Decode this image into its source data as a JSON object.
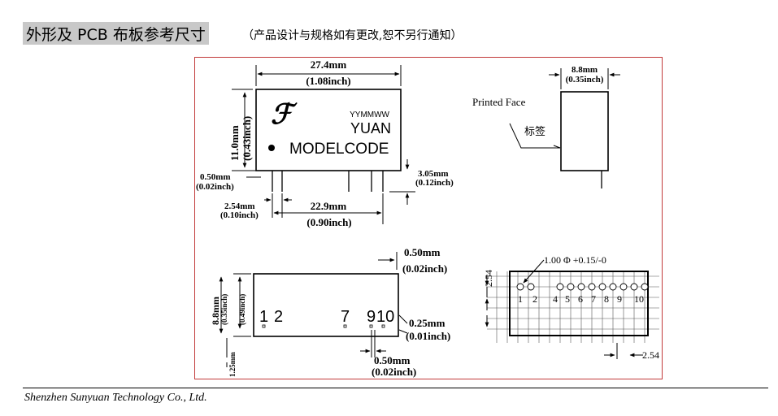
{
  "header": {
    "title": "外形及 PCB 布板参考尺寸",
    "subtitle": "（产品设计与规格如有更改,恕不另行通知）"
  },
  "front_view": {
    "width_mm": "27.4mm",
    "width_inch": "(1.08inch)",
    "height_mm": "11.0mm",
    "height_inch": "(0.43inch)",
    "date_code": "YYMMWW",
    "brand": "YUAN",
    "model": "MODELCODE",
    "pin_thick_mm": "0.50mm",
    "pin_thick_inch": "(0.02inch)",
    "pin_len_mm": "3.05mm",
    "pin_len_inch": "(0.12inch)",
    "pitch_mm": "2.54mm",
    "pitch_inch": "(0.10inch)",
    "span_mm": "22.9mm",
    "span_inch": "(0.90inch)"
  },
  "side_view": {
    "width_mm": "8.8mm",
    "width_inch": "(0.35inch)",
    "printed_face": "Printed Face",
    "label_cn": "标签"
  },
  "bottom_view": {
    "margin_mm": "0.50mm",
    "margin_inch": "(0.02inch)",
    "depth_mm": "8.8mm",
    "depth_inch": "(0.35inch)",
    "row_inch": "(0.49inch)",
    "pin_offset": "1.25mm",
    "pin_labels": [
      "1",
      "2",
      "7",
      "9",
      "10"
    ],
    "pin_size_mm": "0.25mm",
    "pin_size_inch": "(0.01inch)",
    "pin_gap_mm": "0.50mm",
    "pin_gap_inch": "(0.02inch)"
  },
  "pcb_layout": {
    "hole": "1.00 Φ +0.15/-0",
    "pitch_v": "2.54",
    "pitch_h": "2.54",
    "pin_labels": [
      "1",
      "2",
      "4",
      "5",
      "6",
      "7",
      "8",
      "9",
      "10"
    ]
  },
  "footer": {
    "company": "Shenzhen Sunyuan Technology Co., Ltd."
  },
  "colors": {
    "frame": "#c23a3a",
    "title_bg": "#c8c8c8"
  }
}
